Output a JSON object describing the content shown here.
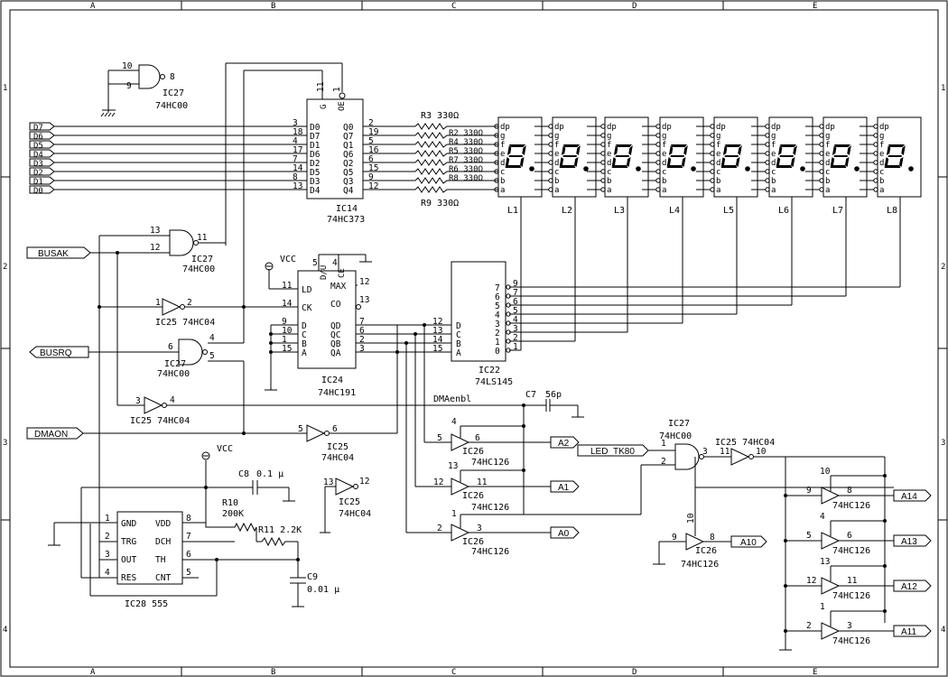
{
  "frame": {
    "cols": [
      "A",
      "B",
      "C",
      "D",
      "E"
    ],
    "rows": [
      "1",
      "2",
      "3",
      "4"
    ]
  },
  "ports": {
    "busak": "BUSAK_",
    "busrq": "BUSRQ_",
    "dmaon": "DMAON",
    "a2": "A2",
    "a1": "A1",
    "a0": "A0",
    "led_tk80": "LED_TK80",
    "a10": "A10",
    "a14": "A14",
    "a13": "A13",
    "a12": "A12",
    "a11": "A11"
  },
  "data_bus": [
    "D7",
    "D6",
    "D5",
    "D4",
    "D3",
    "D2",
    "D1",
    "D0"
  ],
  "ic14": {
    "name": "IC14",
    "part": "74HC373",
    "in_labels": [
      "D0",
      "D7",
      "D1",
      "D6",
      "D2",
      "D5",
      "D3",
      "D4"
    ],
    "out_labels": [
      "Q0",
      "Q7",
      "Q1",
      "Q6",
      "Q2",
      "Q5",
      "Q3",
      "Q4"
    ],
    "in_pins": [
      "3",
      "18",
      "4",
      "17",
      "7",
      "14",
      "8",
      "13"
    ],
    "out_pins": [
      "2",
      "19",
      "5",
      "16",
      "6",
      "15",
      "9",
      "12"
    ],
    "g_label": "G",
    "oe_label": "OE",
    "g_pin": "11",
    "oe_pin": "1"
  },
  "resistors": {
    "r3": "R3  330Ω",
    "r9": "R9  330Ω",
    "list": [
      "R2 330Ω",
      "R4 330Ω",
      "R5 330Ω",
      "R7 330Ω",
      "R6 330Ω",
      "R8 330Ω"
    ]
  },
  "leds": {
    "names": [
      "L1",
      "L2",
      "L3",
      "L4",
      "L5",
      "L6",
      "L7",
      "L8"
    ],
    "segments": [
      "dp",
      "g",
      "f",
      "e",
      "d",
      "c",
      "b",
      "a"
    ]
  },
  "ic27_top": {
    "pin_a": "10",
    "pin_b": "9",
    "pin_out": "8",
    "name": "IC27",
    "part": "74HC00"
  },
  "ic27_mid": {
    "pin_a": "13",
    "pin_b": "12",
    "pin_out": "11",
    "name": "IC27",
    "part": "74HC00"
  },
  "ic27_low": {
    "pin_a": "4",
    "pin_b": "5",
    "pin_out": "6",
    "name": "IC27",
    "part": "74HC00"
  },
  "ic25_a": {
    "pin_in": "1",
    "pin_out": "2",
    "label": "IC25 74HC04"
  },
  "ic25_b": {
    "pin_in": "3",
    "pin_out": "4",
    "label": "IC25 74HC04"
  },
  "ic25_c": {
    "pin_in": "5",
    "pin_out": "6",
    "name": "IC25",
    "part": "74HC04"
  },
  "ic25_d": {
    "pin_in": "13",
    "pin_out": "12",
    "name": "IC25",
    "part": "74HC04"
  },
  "ic24": {
    "name": "IC24",
    "part": "74HC191",
    "vcc": "VCC",
    "labels_left": [
      "LD",
      "CK",
      "D",
      "C",
      "B",
      "A"
    ],
    "labels_right": [
      "MAX",
      "CO",
      "QD",
      "QC",
      "QB",
      "QA"
    ],
    "top_labels": [
      "D/U",
      "CE"
    ],
    "pins_left": [
      "11",
      "14",
      "9",
      "10",
      "1",
      "15"
    ],
    "pins_right": [
      "12",
      "13",
      "7",
      "6",
      "2",
      "3"
    ],
    "pins_top": [
      "5",
      "4"
    ]
  },
  "ic22": {
    "name": "IC22",
    "part": "74LS145",
    "labels_left": [
      "D",
      "C",
      "B",
      "A"
    ],
    "pins_left": [
      "12",
      "13",
      "14",
      "15"
    ],
    "outputs": [
      "7",
      "6",
      "5",
      "4",
      "3",
      "2",
      "1",
      "0"
    ],
    "out_pins": [
      "9",
      "7",
      "6",
      "5",
      "4",
      "3",
      "2",
      "1"
    ]
  },
  "cap_c7": {
    "label": "C7",
    "value": "56p"
  },
  "dma_net": "DMAenbl",
  "ic26_a": {
    "pin_c": "4",
    "pin_in": "5",
    "pin_out": "6",
    "name": "IC26",
    "part": "74HC126"
  },
  "ic26_b": {
    "pin_c": "13",
    "pin_in": "12",
    "pin_out": "11",
    "name": "IC26",
    "part": "74HC126"
  },
  "ic26_c": {
    "pin_c": "1",
    "pin_in": "2",
    "pin_out": "3",
    "name": "IC26",
    "part": "74HC126"
  },
  "ic26_d": {
    "pin_c": "10",
    "pin_in": "9",
    "pin_out": "8",
    "name": "IC26",
    "part": "74HC126"
  },
  "ic27_r": {
    "pin_a": "1",
    "pin_b": "2",
    "pin_out": "3",
    "name": "IC27",
    "part": "74HC00"
  },
  "ic25_r": {
    "pin_in": "11",
    "pin_out": "10",
    "label": "IC25 74HC04"
  },
  "ic26_right": [
    {
      "pin_c": "10",
      "pin_in": "9",
      "pin_out": "8",
      "part": "74HC126"
    },
    {
      "pin_c": "4",
      "pin_in": "5",
      "pin_out": "6",
      "part": "74HC126"
    },
    {
      "pin_c": "13",
      "pin_in": "12",
      "pin_out": "11",
      "part": "74HC126"
    },
    {
      "pin_c": "1",
      "pin_in": "2",
      "pin_out": "3",
      "part": "74HC126"
    }
  ],
  "ic28": {
    "name": "IC28 555",
    "labels_left": [
      "GND",
      "TRG",
      "OUT",
      "RES"
    ],
    "labels_right": [
      "VDD",
      "DCH",
      "TH",
      "CNT"
    ],
    "pins_left": [
      "1",
      "2",
      "3",
      "4"
    ],
    "pins_right": [
      "8",
      "7",
      "6",
      "5"
    ],
    "vcc": "VCC"
  },
  "c8": {
    "label": "C8",
    "value": "0.1 μ"
  },
  "r10": {
    "label": "R10",
    "value": "200K"
  },
  "r11": {
    "label": "R11 2.2K"
  },
  "c9": {
    "label": "C9",
    "value": "0.01 μ"
  }
}
